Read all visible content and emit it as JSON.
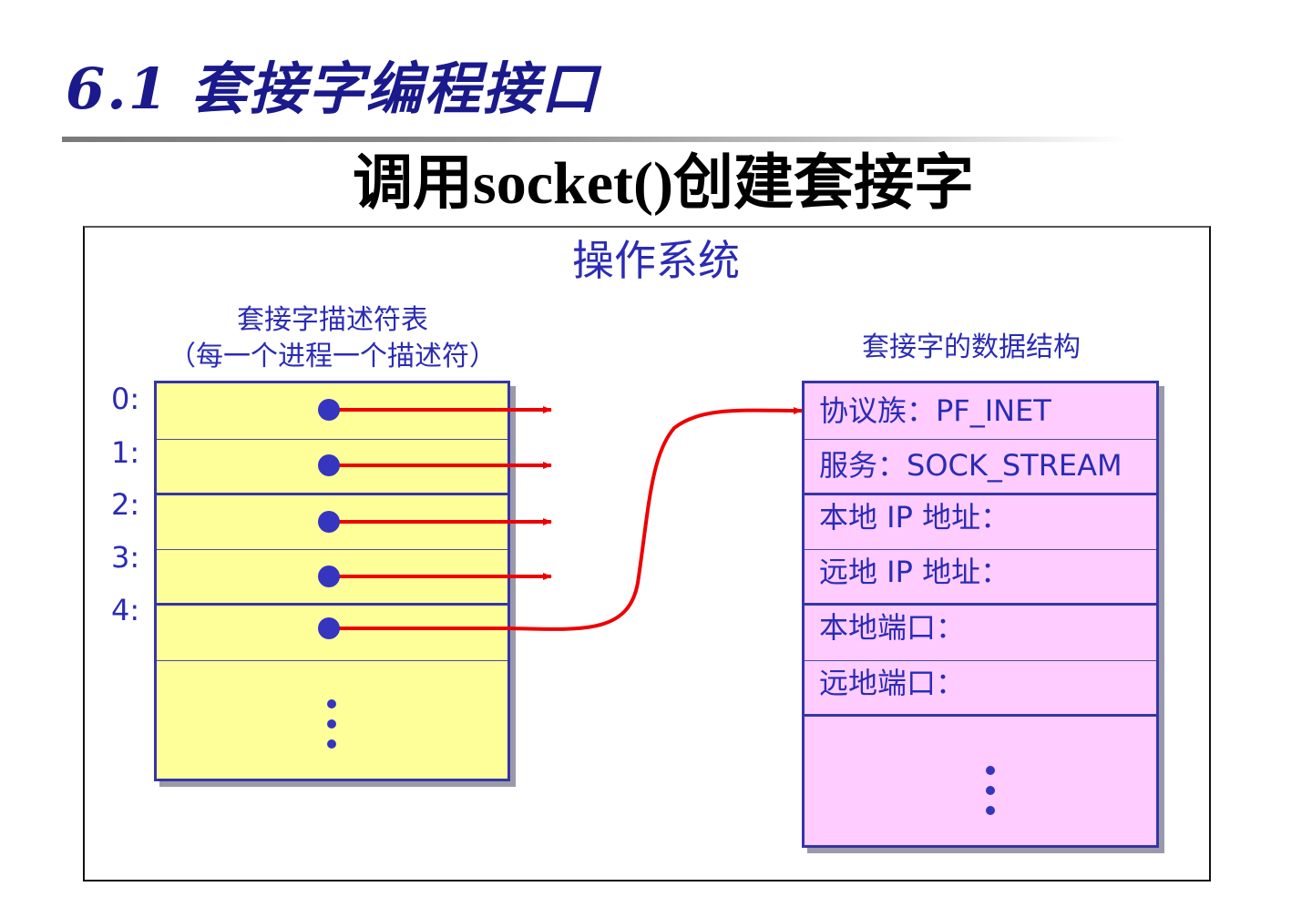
{
  "slide": {
    "title": "6.1 套接字编程接口",
    "subtitle": "调用socket()创建套接字"
  },
  "diagram": {
    "container_label": "操作系统",
    "descriptor_table": {
      "caption_line1": "套接字描述符表",
      "caption_line2": "（每一个进程一个描述符）",
      "rows": [
        {
          "index": "0:",
          "has_pointer": true,
          "points_to": "external"
        },
        {
          "index": "1:",
          "has_pointer": true,
          "points_to": "external"
        },
        {
          "index": "2:",
          "has_pointer": true,
          "points_to": "external"
        },
        {
          "index": "3:",
          "has_pointer": true,
          "points_to": "external"
        },
        {
          "index": "4:",
          "has_pointer": true,
          "points_to": "socket-data-structure"
        }
      ],
      "ellipsis": "⋮"
    },
    "socket_structure": {
      "caption": "套接字的数据结构",
      "fields": [
        {
          "label": "协议族：PF_INET"
        },
        {
          "label": "服务：SOCK_STREAM"
        },
        {
          "label": "本地 IP 地址："
        },
        {
          "label": "远地 IP 地址："
        },
        {
          "label": "本地端口："
        },
        {
          "label": "远地端口："
        }
      ],
      "ellipsis": "⋮"
    },
    "colors": {
      "title": "#1a1a8c",
      "text_blue": "#2b2bb5",
      "descriptor_table_fill": "#ffff99",
      "socket_structure_fill": "#ffccff",
      "pointer_dot": "#3535c0",
      "arrow": "#ee0000",
      "border": "#3535a8",
      "shadow": "#9a9aaa"
    }
  }
}
